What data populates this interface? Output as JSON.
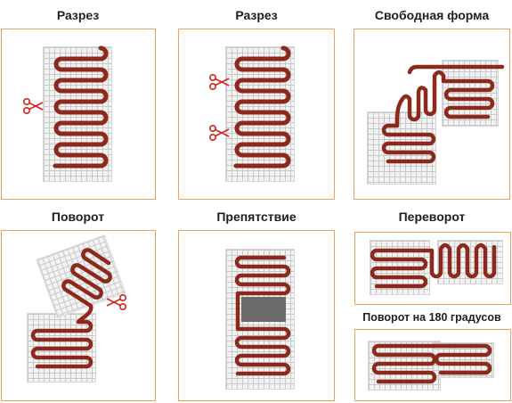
{
  "panels": [
    {
      "id": "cut-1",
      "title": "Разрез"
    },
    {
      "id": "cut-2",
      "title": "Разрез"
    },
    {
      "id": "free-form",
      "title": "Свободная форма"
    },
    {
      "id": "turn",
      "title": "Поворот"
    },
    {
      "id": "obstacle",
      "title": "Препятствие"
    },
    {
      "id": "flip",
      "title": "Переворот"
    },
    {
      "id": "rotate-180",
      "title": "Поворот на 180 градусов"
    }
  ],
  "colors": {
    "cable": "#8b2a1c",
    "frame": "#f0a05a",
    "mesh": "#c9c9c9",
    "obstacle": "#6b6b6b",
    "scissors": "#d0261b"
  },
  "icons": [
    "scissors-icon"
  ]
}
